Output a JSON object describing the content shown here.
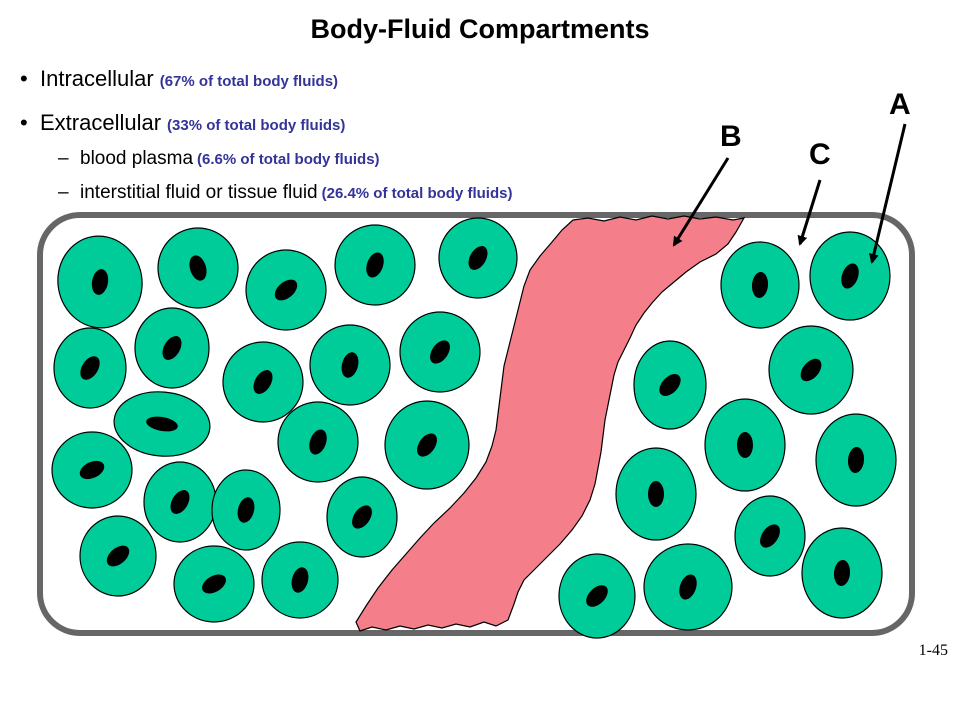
{
  "title": "Body-Fluid Compartments",
  "bullets": [
    {
      "bullet": "•",
      "label": "Intracellular",
      "note": "(67% of total body fluids)"
    },
    {
      "bullet": "•",
      "label": "Extracellular",
      "note": "(33% of total body fluids)"
    }
  ],
  "sub_bullets": [
    {
      "dash": "–",
      "label": "blood plasma",
      "note": "(6.6%  of total body fluids)"
    },
    {
      "dash": "–",
      "label": "interstitial fluid or tissue fluid",
      "note": "(26.4% of total body fluids)"
    }
  ],
  "labels": {
    "a": "A",
    "b": "B",
    "c": "C"
  },
  "slide_number": "1-45",
  "colors": {
    "cell": "#00cc99",
    "nucleus": "#000000",
    "vessel": "#f47f8a",
    "container_border": "#666666"
  }
}
